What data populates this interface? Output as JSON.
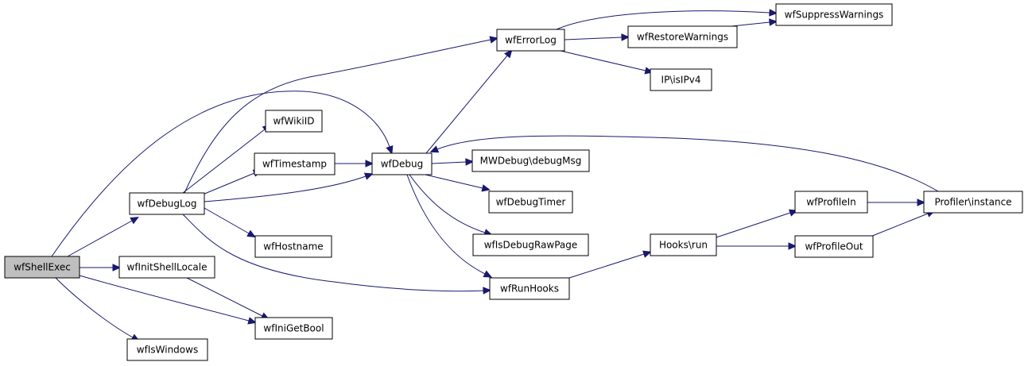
{
  "graph": {
    "edge_color": "#191970",
    "root_fill": "#bfbfbf",
    "nodes": [
      {
        "id": "wfShellExec",
        "label": "wfShellExec",
        "root": true
      },
      {
        "id": "wfDebugLog",
        "label": "wfDebugLog"
      },
      {
        "id": "wfInitShellLocale",
        "label": "wfInitShellLocale"
      },
      {
        "id": "wfIsWindows",
        "label": "wfIsWindows"
      },
      {
        "id": "wfWikiID",
        "label": "wfWikiID"
      },
      {
        "id": "wfTimestamp",
        "label": "wfTimestamp"
      },
      {
        "id": "wfHostname",
        "label": "wfHostname"
      },
      {
        "id": "wfIniGetBool",
        "label": "wfIniGetBool"
      },
      {
        "id": "wfDebug",
        "label": "wfDebug"
      },
      {
        "id": "wfErrorLog",
        "label": "wfErrorLog"
      },
      {
        "id": "MWDebug_debugMsg",
        "label": "MWDebug\\debugMsg"
      },
      {
        "id": "wfDebugTimer",
        "label": "wfDebugTimer"
      },
      {
        "id": "wfIsDebugRawPage",
        "label": "wfIsDebugRawPage"
      },
      {
        "id": "wfRunHooks",
        "label": "wfRunHooks"
      },
      {
        "id": "wfRestoreWarnings",
        "label": "wfRestoreWarnings"
      },
      {
        "id": "wfSuppressWarnings",
        "label": "wfSuppressWarnings"
      },
      {
        "id": "IP_isIPv4",
        "label": "IP\\isIPv4"
      },
      {
        "id": "Hooks_run",
        "label": "Hooks\\run"
      },
      {
        "id": "wfProfileIn",
        "label": "wfProfileIn"
      },
      {
        "id": "wfProfileOut",
        "label": "wfProfileOut"
      },
      {
        "id": "Profiler_instance",
        "label": "Profiler\\instance"
      }
    ],
    "edges": [
      {
        "from": "wfShellExec",
        "to": "wfDebug"
      },
      {
        "from": "wfShellExec",
        "to": "wfDebugLog"
      },
      {
        "from": "wfShellExec",
        "to": "wfInitShellLocale"
      },
      {
        "from": "wfShellExec",
        "to": "wfIniGetBool"
      },
      {
        "from": "wfShellExec",
        "to": "wfIsWindows"
      },
      {
        "from": "wfDebugLog",
        "to": "wfErrorLog"
      },
      {
        "from": "wfDebugLog",
        "to": "wfWikiID"
      },
      {
        "from": "wfDebugLog",
        "to": "wfTimestamp"
      },
      {
        "from": "wfDebugLog",
        "to": "wfDebug"
      },
      {
        "from": "wfDebugLog",
        "to": "wfHostname"
      },
      {
        "from": "wfDebugLog",
        "to": "wfRunHooks"
      },
      {
        "from": "wfInitShellLocale",
        "to": "wfIniGetBool"
      },
      {
        "from": "wfTimestamp",
        "to": "wfDebug"
      },
      {
        "from": "wfDebug",
        "to": "wfErrorLog"
      },
      {
        "from": "wfDebug",
        "to": "MWDebug_debugMsg"
      },
      {
        "from": "wfDebug",
        "to": "wfDebugTimer"
      },
      {
        "from": "wfDebug",
        "to": "wfIsDebugRawPage"
      },
      {
        "from": "wfDebug",
        "to": "wfRunHooks"
      },
      {
        "from": "wfErrorLog",
        "to": "wfSuppressWarnings"
      },
      {
        "from": "wfErrorLog",
        "to": "wfRestoreWarnings"
      },
      {
        "from": "wfErrorLog",
        "to": "IP_isIPv4"
      },
      {
        "from": "wfRestoreWarnings",
        "to": "wfSuppressWarnings"
      },
      {
        "from": "wfRunHooks",
        "to": "Hooks_run"
      },
      {
        "from": "Hooks_run",
        "to": "wfProfileIn"
      },
      {
        "from": "Hooks_run",
        "to": "wfProfileOut"
      },
      {
        "from": "wfProfileIn",
        "to": "Profiler_instance"
      },
      {
        "from": "wfProfileOut",
        "to": "Profiler_instance"
      },
      {
        "from": "Profiler_instance",
        "to": "wfDebug"
      }
    ]
  }
}
